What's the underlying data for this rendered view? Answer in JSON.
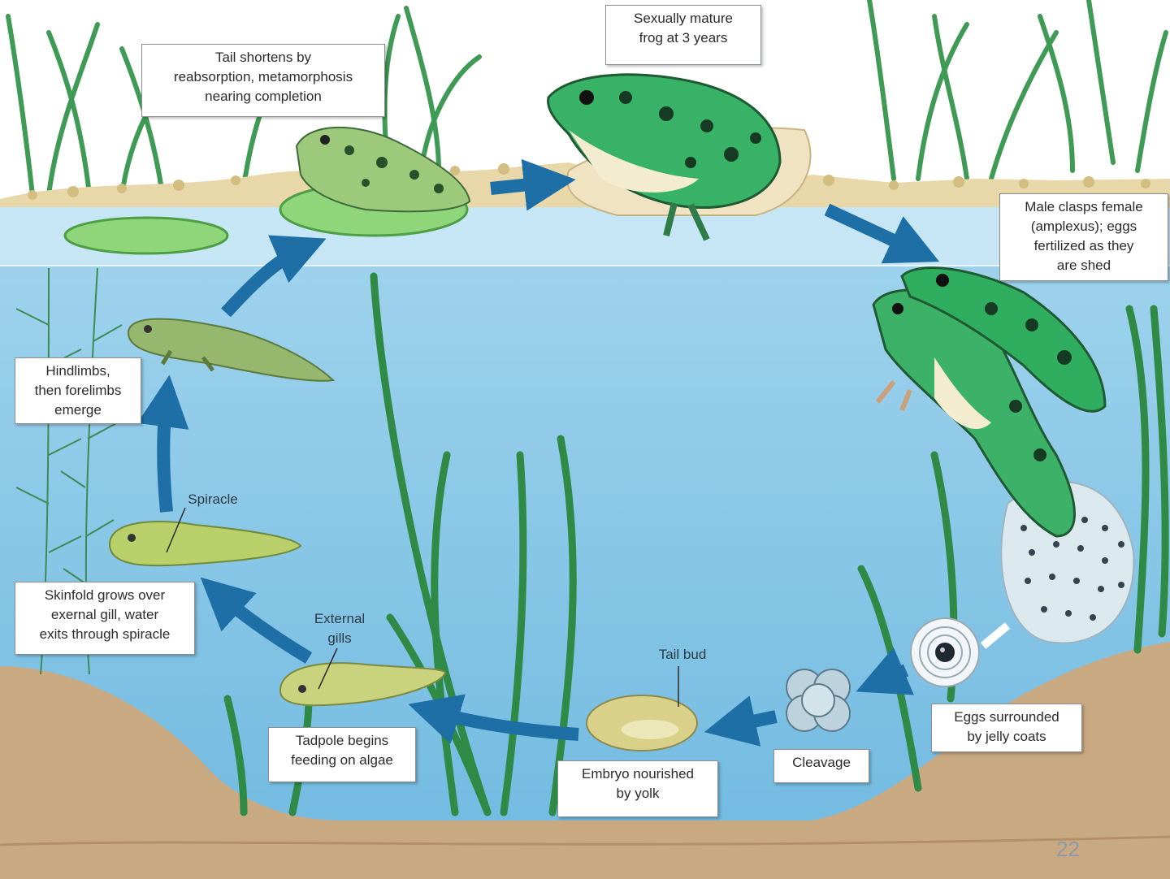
{
  "labels": {
    "tail_shortens": "Tail shortens by\nreabsorption, metamorphosis\nnearing completion",
    "mature_frog": "Sexually mature\nfrog at 3 years",
    "amplexus": "Male clasps female\n(amplexus); eggs\nfertilized as they\nare shed",
    "hindlimbs": "Hindlimbs,\nthen forelimbs\nemerge",
    "spiracle": "Spiracle",
    "skinfold": "Skinfold grows over\nexernal gill, water\nexits through spiracle",
    "external_gills": "External\ngills",
    "tail_bud": "Tail bud",
    "tadpole_feeding": "Tadpole begins\nfeeding on algae",
    "embryo": "Embryo nourished\nby yolk",
    "cleavage": "Cleavage",
    "eggs": "Eggs surrounded\nby jelly coats"
  },
  "page_number": "22",
  "colors": {
    "water": "#7ec3e6",
    "water_deep": "#a9d8ef",
    "soil": "#c9a982",
    "arrow": "#1e6fa6",
    "frog_green": "#2fae5f",
    "plant_green": "#3f9a4c"
  }
}
